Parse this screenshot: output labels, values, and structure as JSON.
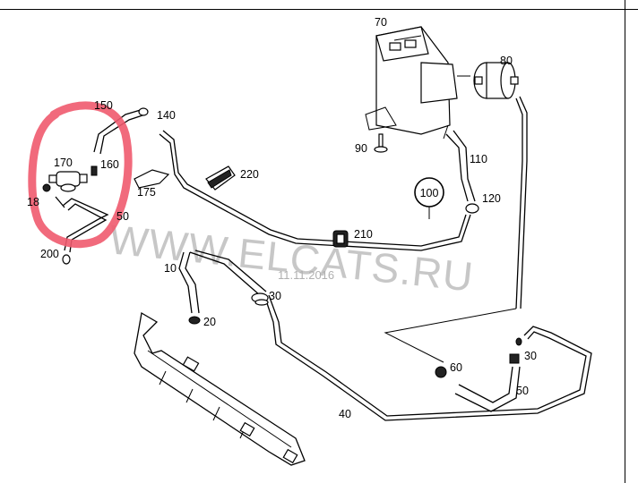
{
  "watermark": {
    "text": "WWW.ELCATS.RU",
    "date": "11.11.2016"
  },
  "callout": {
    "number": "100"
  },
  "labels": {
    "p10": "10",
    "p20": "20",
    "p30a": "30",
    "p30b": "30",
    "p40": "40",
    "p50": "50",
    "p60": "60",
    "p70": "70",
    "p80": "80",
    "p90": "90",
    "p110": "110",
    "p120": "120",
    "p140": "140",
    "p150": "150",
    "p160": "160",
    "p170": "170",
    "p175": "175",
    "p18": "18",
    "p200": "200",
    "p210": "210",
    "p220": "220",
    "p50cut": "50"
  },
  "annotation": {
    "marker_color": "#f05a6e",
    "marker_shape": "hand-drawn circle"
  }
}
